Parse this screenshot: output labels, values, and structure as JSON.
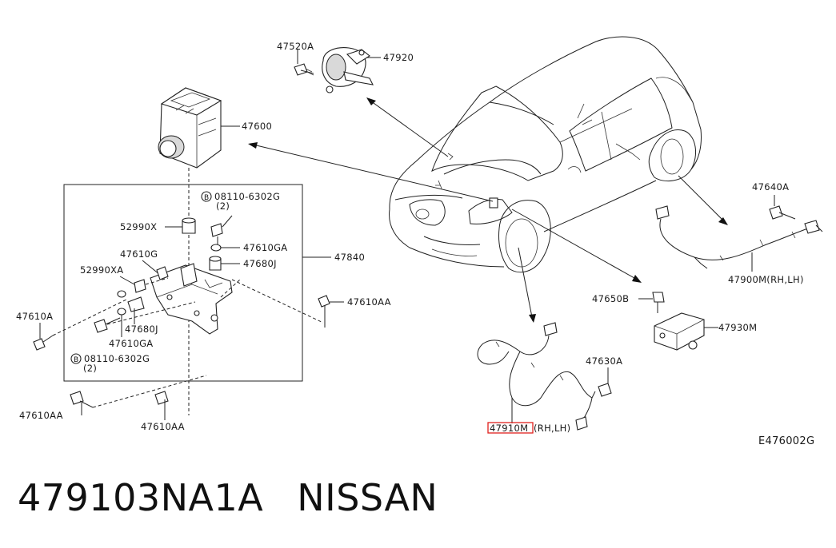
{
  "labels": {
    "p47520A": "47520A",
    "p47920": "47920",
    "p47600": "47600",
    "p08110_top": "08110-6302G",
    "p08110_top_qty": "(2)",
    "p52990X": "52990X",
    "p47610GA_top": "47610GA",
    "p47680J_top": "47680J",
    "p47840": "47840",
    "p47610G": "47610G",
    "p52990XA": "52990XA",
    "p47610A": "47610A",
    "p47680J_bot": "47680J",
    "p47610GA_bot": "47610GA",
    "p08110_bot": "08110-6302G",
    "p08110_bot_qty": "(2)",
    "p47610AA_right": "47610AA",
    "p47610AA_left": "47610AA",
    "p47610AA_bottom": "47610AA",
    "p47640A": "47640A",
    "p47900M": "47900M(RH,LH)",
    "p47650B": "47650B",
    "p47930M": "47930M",
    "p47630A": "47630A",
    "p47910M": "47910M",
    "p47910M_suffix": "(RH,LH)",
    "drawing_code": "E476002G"
  },
  "bolt_circle_letter": "B",
  "highlight_color": "#e0201c",
  "footer": {
    "part_number": "479103NA1A",
    "brand": "NISSAN"
  }
}
